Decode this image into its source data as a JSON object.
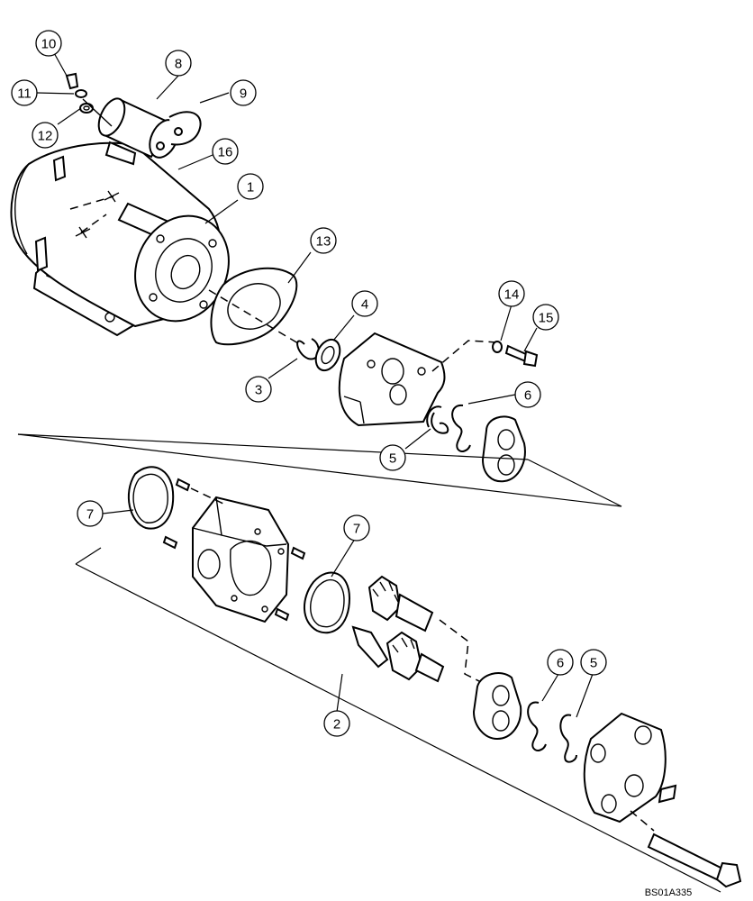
{
  "drawing_code": "BS01A335",
  "callouts": [
    {
      "label": "10"
    },
    {
      "label": "8"
    },
    {
      "label": "11"
    },
    {
      "label": "9"
    },
    {
      "label": "12"
    },
    {
      "label": "16"
    },
    {
      "label": "1"
    },
    {
      "label": "13"
    },
    {
      "label": "14"
    },
    {
      "label": "15"
    },
    {
      "label": "4"
    },
    {
      "label": "3"
    },
    {
      "label": "6"
    },
    {
      "label": "5"
    },
    {
      "label": "7"
    },
    {
      "label": "7"
    },
    {
      "label": "6"
    },
    {
      "label": "5"
    },
    {
      "label": "2"
    }
  ]
}
